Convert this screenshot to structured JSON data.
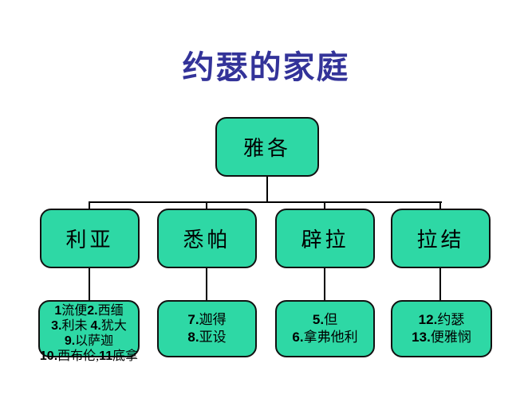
{
  "title": {
    "text": "约瑟的家庭"
  },
  "tree": {
    "root": {
      "name": "雅各"
    },
    "branches": [
      {
        "mother": "利亚",
        "children_lines": [
          "1流便2.西缅",
          "3.利未 4.犹大",
          "9.以萨迦",
          "10.西布伦,11底拿"
        ]
      },
      {
        "mother": "悉帕",
        "children_lines": [
          "7.迦得",
          "8.亚设"
        ]
      },
      {
        "mother": "辟拉",
        "children_lines": [
          "5.但",
          "6.拿弗他利"
        ]
      },
      {
        "mother": "拉结",
        "children_lines": [
          "12.约瑟",
          "13.便雅悯"
        ]
      }
    ]
  },
  "colors": {
    "background": "#ffffff",
    "title_color": "#333399",
    "box_fill": "#2ed8a5",
    "box_border": "#111111",
    "line": "#000000"
  }
}
